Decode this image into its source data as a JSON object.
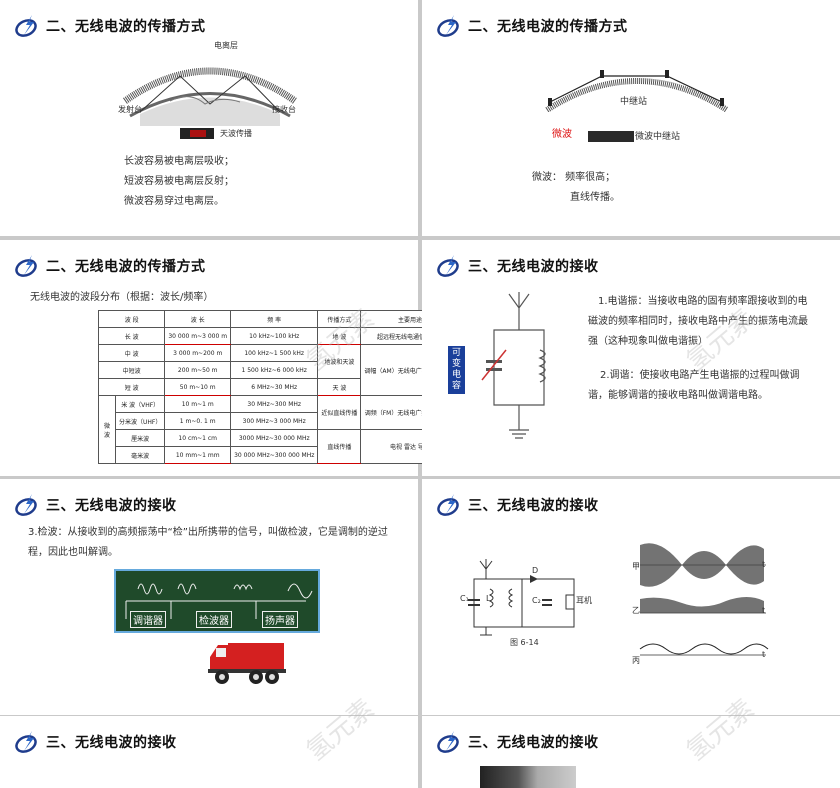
{
  "slides": [
    {
      "title": "二、无线电波的传播方式",
      "figure_labels": {
        "ionosphere": "电离层",
        "transmitter": "发射台",
        "receiver": "接收台",
        "sky_wave": "天波传播"
      },
      "lines": [
        "长波容易被电离层吸收；",
        "短波容易被电离层反射；",
        "微波容易穿过电离层。"
      ]
    },
    {
      "title": "二、无线电波的传播方式",
      "figure_labels": {
        "relay": "中继站",
        "microwave": "微波",
        "relay_caption": "微波中继站"
      },
      "lines": [
        "微波：  频率很高；",
        "直线传播。"
      ]
    },
    {
      "title": "二、无线电波的传播方式",
      "subtitle": "无线电波的波段分布（根据：波长/频率）",
      "table": {
        "headers": [
          "波 段",
          "波 长",
          "频 率",
          "传播方式",
          "主要用途"
        ],
        "rows": [
          [
            "长 波",
            "30 000 m~3 000 m",
            "10 kHz~100 kHz",
            "地 波",
            "超远程无线电通信和导航"
          ],
          [
            "中 波",
            "3 000 m~200 m",
            "100 kHz~1 500 kHz",
            "地波和天波",
            "调幅（AM）无线电广播 电报 通信"
          ],
          [
            "中短波",
            "200 m~50 m",
            "1 500 kHz~6 000 kHz",
            "",
            ""
          ],
          [
            "短 波",
            "50 m~10 m",
            "6 MHz~30 MHz",
            "天 波",
            ""
          ],
          [
            "米 波（VHF）",
            "10 m~1 m",
            "30 MHz~300 MHz",
            "近似直线传播",
            "调频（FM）无线电广播 电视 导航"
          ],
          [
            "分米波（UHF）",
            "1 m~0. 1 m",
            "300 MHz~3 000 MHz",
            "",
            ""
          ],
          [
            "厘米波",
            "10 cm~1 cm",
            "3000 MHz~30 000 MHz",
            "直线传播",
            "电视 雷达 导航"
          ],
          [
            "毫米波",
            "10 mm~1 mm",
            "30 000 MHz~300 000 MHz",
            "",
            ""
          ]
        ],
        "group_label": "微波"
      }
    },
    {
      "title": "三、无线电波的接收",
      "label": "可变电容",
      "paragraphs": [
        "1.电谐振：当接收电路的固有频率跟接收到的电磁波的频率相同时，接收电路中产生的振荡电流最强（这种现象叫做电谐振）",
        "2.调谐：使接收电路产生电谐振的过程叫做调谐，能够调谐的接收电路叫做调谐电路。"
      ]
    },
    {
      "title": "三、无线电波的接收",
      "paragraph": "3.检波：从接收到的高频振荡中“检”出所携带的信号，叫做检波，它是调制的逆过程，因此也叫解调。",
      "blocks": [
        "调谐器",
        "检波器",
        "扬声器"
      ]
    },
    {
      "title": "三、无线电波的接收",
      "circuit_labels": {
        "c1": "C₁",
        "l": "L",
        "c2": "C₂",
        "d": "D",
        "earphone": "耳机",
        "caption": "图 6-14"
      },
      "wave_labels": [
        "甲",
        "乙",
        "丙"
      ],
      "axis_t": "t"
    },
    {
      "title": "三、无线电波的接收"
    },
    {
      "title": "三、无线电波的接收"
    }
  ],
  "watermark": "氢元素"
}
